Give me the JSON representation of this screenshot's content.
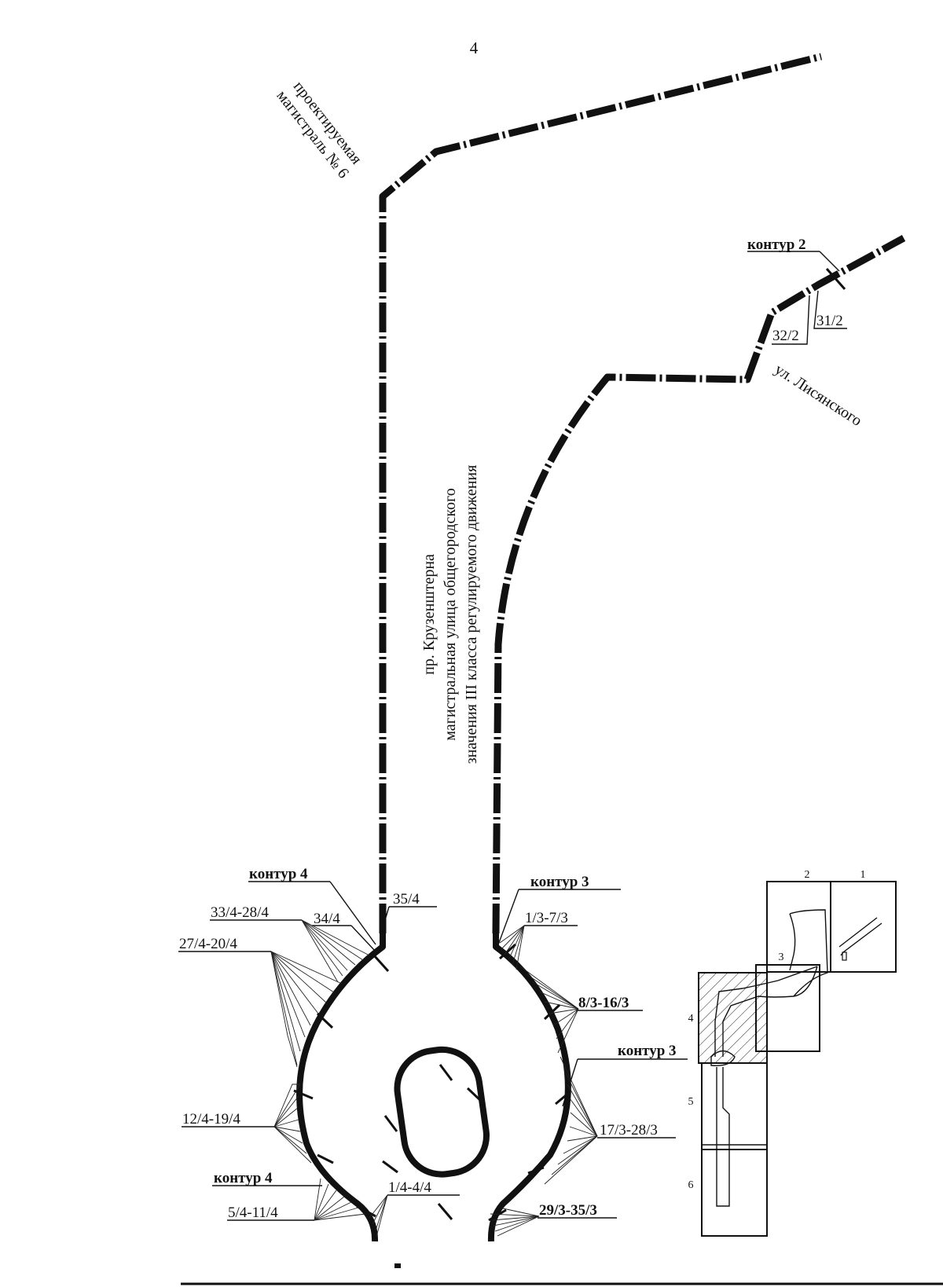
{
  "page_number": "4",
  "streets": {
    "magistral6_line1": "проектируемая",
    "magistral6_line2": "магистраль № 6",
    "lisyanskogo": "ул. Лисянского",
    "kruzenshtern_line1": "пр. Крузенштерна",
    "kruzenshtern_line2": "магистральная улица общегородского",
    "kruzenshtern_line3": "значения III класса регулируемого движения"
  },
  "contours": {
    "c2": "контур 2",
    "c4_top": "контур 4",
    "c3_top": "контур 3",
    "c3_mid": "контур 3",
    "c4_bottom": "контур 4"
  },
  "segments": {
    "s31_2": "31/2",
    "s32_2": "32/2",
    "s35_4": "35/4",
    "s34_4": "34/4",
    "s33_28": "33/4-28/4",
    "s27_20": "27/4-20/4",
    "s12_19": "12/4-19/4",
    "s5_11": "5/4-11/4",
    "s1_4": "1/4-4/4",
    "s1_7_3": "1/3-7/3",
    "s8_16_3": "8/3-16/3",
    "s17_28_3": "17/3-28/3",
    "s29_35_3": "29/3-35/3"
  },
  "key_map": {
    "sheet1": "1",
    "sheet2": "2",
    "sheet3": "3",
    "sheet4": "4",
    "sheet5": "5",
    "sheet6": "6"
  }
}
